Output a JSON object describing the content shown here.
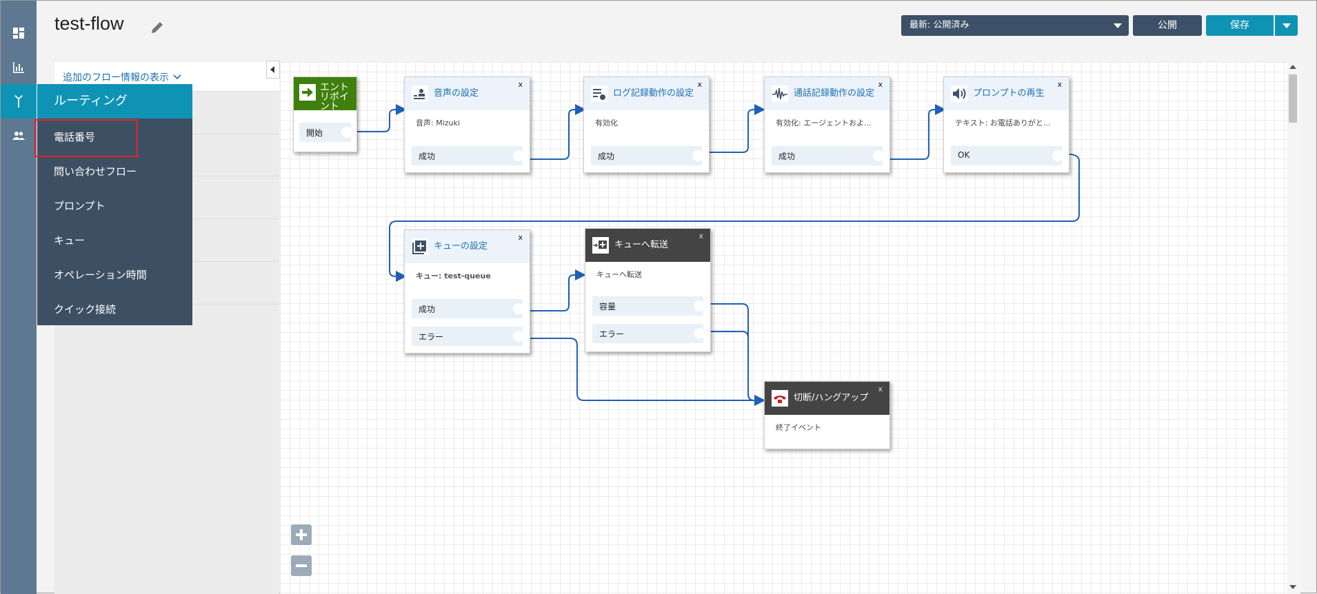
{
  "flow": {
    "title": "test-flow"
  },
  "toolbar": {
    "version_label": "最新: 公開済み",
    "publish_label": "公開",
    "save_label": "保存"
  },
  "info_panel": {
    "toggle_label": "追加のフロー情報の表示"
  },
  "menu": {
    "header": "ルーティング",
    "items": [
      "電話番号",
      "問い合わせフロー",
      "プロンプト",
      "キュー",
      "オペレーション時間",
      "クイック接続"
    ],
    "highlighted_item": "電話番号"
  },
  "blocks": {
    "entry": {
      "title": "エントリポイント",
      "branch": "開始"
    },
    "set_voice": {
      "title": "音声の設定",
      "desc": "音声: Mizuki",
      "branch": "成功",
      "close": "x"
    },
    "set_logging": {
      "title": "ログ記録動作の設定",
      "desc": "有効化",
      "branch": "成功",
      "close": "x"
    },
    "set_recording": {
      "title": "通話記録動作の設定",
      "desc": "有効化: エージェントおよ...",
      "branch": "成功",
      "close": "x"
    },
    "play_prompt": {
      "title": "プロンプトの再生",
      "desc": "テキスト: お電話ありがと...",
      "branch": "OK",
      "close": "x"
    },
    "set_queue": {
      "title": "キューの設定",
      "desc": "キュー: test-queue",
      "branch_success": "成功",
      "branch_error": "エラー",
      "close": "x"
    },
    "transfer_queue": {
      "title": "キューへ転送",
      "desc": "キューへ転送",
      "branch_capacity": "容量",
      "branch_error": "エラー",
      "close": "x"
    },
    "disconnect": {
      "title": "切断/ハングアップ",
      "desc": "終了イベント",
      "close": "x"
    }
  },
  "colors": {
    "accent": "#0f93b5",
    "nav": "#3d4f63",
    "connector": "#1f5fb5",
    "highlight": "#e3242b"
  },
  "icons": [
    "dashboard-icon",
    "metrics-icon",
    "routing-icon",
    "users-icon",
    "pencil-icon",
    "zoom-in-icon",
    "zoom-out-icon"
  ]
}
